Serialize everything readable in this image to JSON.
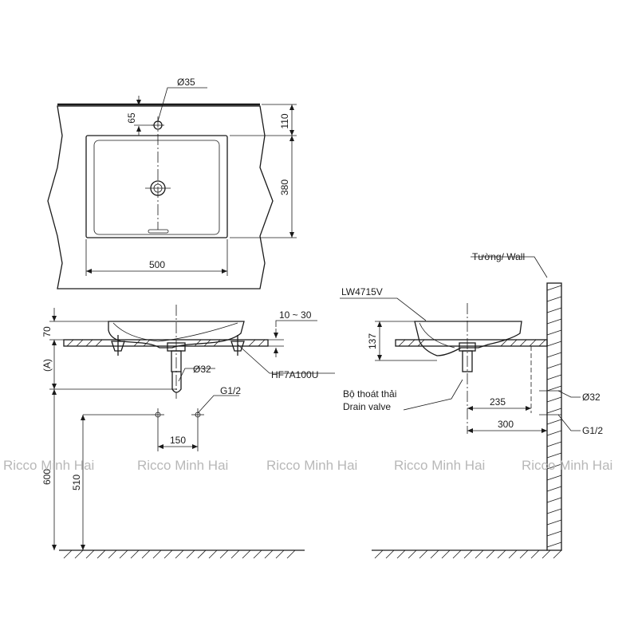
{
  "top_view": {
    "dim_hole_dia": "Ø35",
    "dim_hole_offset": "65",
    "dim_top_to_bowl": "110",
    "dim_bowl_depth": "380",
    "dim_bowl_width": "500"
  },
  "front_view": {
    "dim_height": "70",
    "dim_a": "(A)",
    "dim_counter": "10 ~ 30",
    "part_mount": "HF7A100U",
    "dim_drain": "Ø32",
    "dim_supply": "G1/2",
    "dim_supply_spacing": "150",
    "dim_floor_to_counter": "600",
    "dim_floor_to_supply": "510"
  },
  "side_view": {
    "wall_label": "Tường/ Wall",
    "model": "LW4715V",
    "dim_height": "137",
    "drain_label_vi": "Bộ thoát thải",
    "drain_label_en": "Drain valve",
    "dim_235": "235",
    "dim_300": "300",
    "dim_drain": "Ø32",
    "dim_supply": "G1/2"
  },
  "watermark": "Ricco Minh Hai"
}
